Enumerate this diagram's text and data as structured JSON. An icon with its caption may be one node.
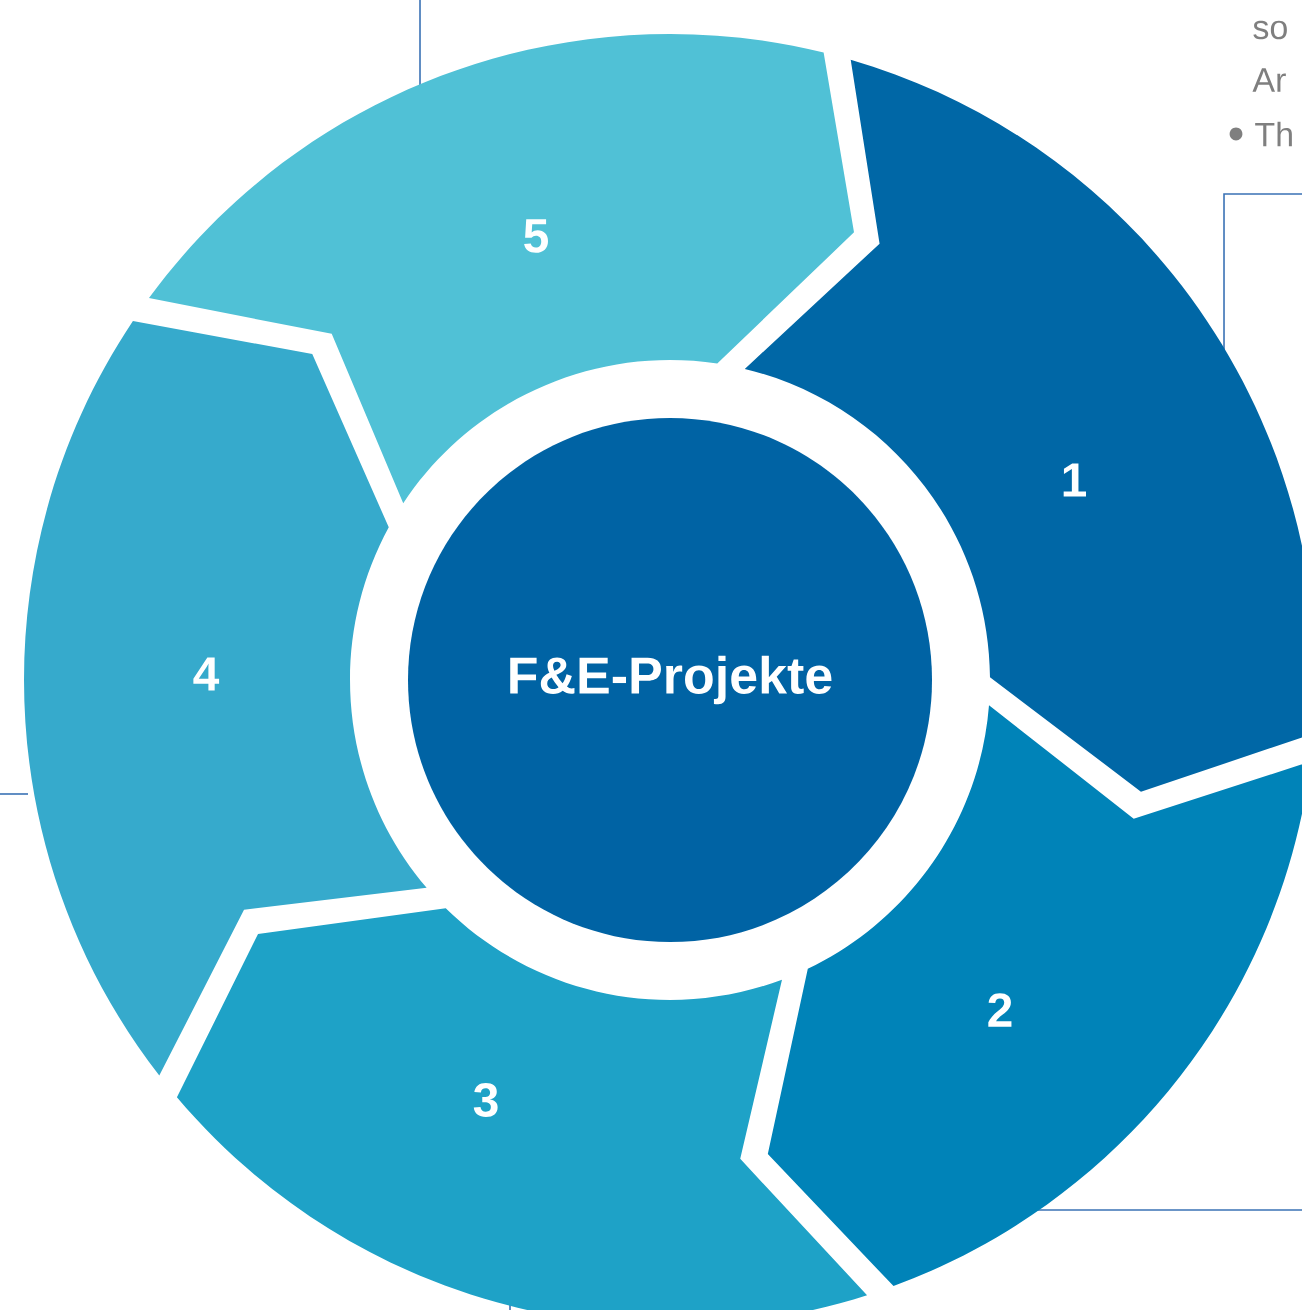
{
  "diagram": {
    "nodes": [
      {
        "text": [
          "F&E-Projekte"
        ]
      },
      {
        "text": [
          "1"
        ]
      },
      {
        "text": [
          "2"
        ]
      },
      {
        "text": [
          "3"
        ]
      },
      {
        "text": [
          "4"
        ]
      },
      {
        "text": [
          "5"
        ]
      }
    ],
    "labels": [
      "so",
      "Ar",
      "Th"
    ]
  }
}
